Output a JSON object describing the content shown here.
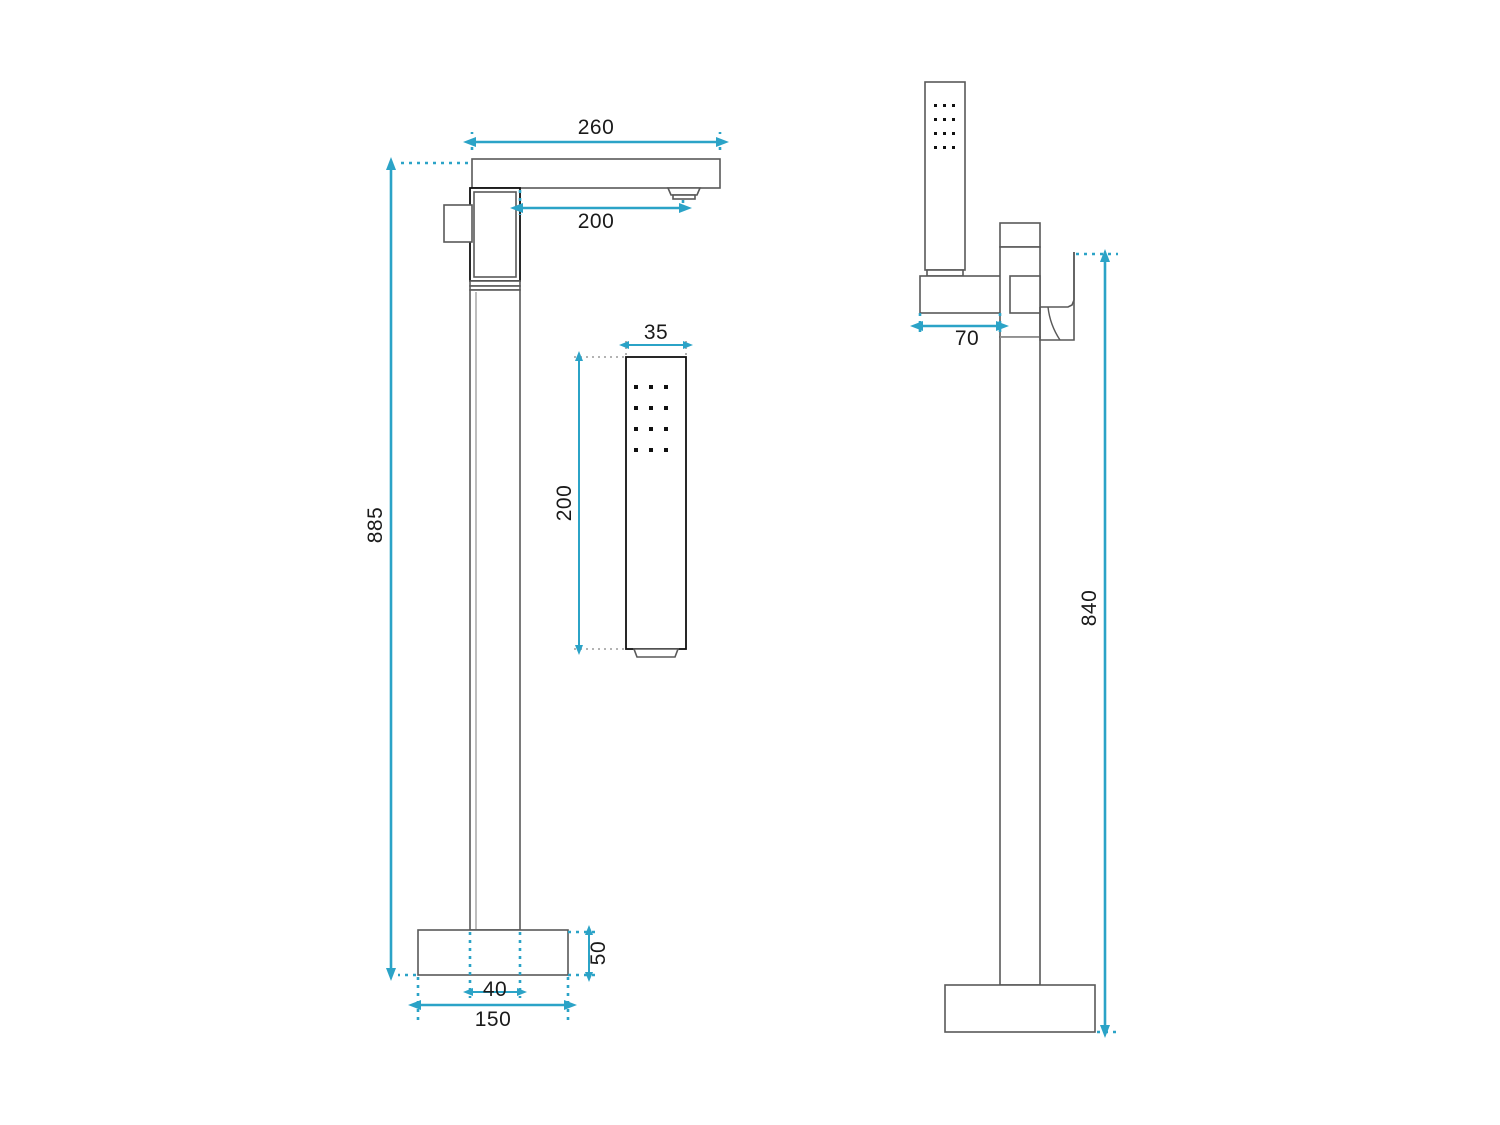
{
  "document": {
    "type": "technical-dimension-drawing",
    "subject": "Freestanding bath shower mixer tap",
    "units": "mm",
    "background_color": "#ffffff",
    "line_color": "#595959",
    "dimension_color": "#2ba3c7",
    "text_color": "#1a1a1a"
  },
  "views": {
    "front": {
      "name": "front-elevation",
      "dimensions": {
        "spout_length": "260",
        "spout_reach": "200",
        "total_height": "885",
        "base_width": "150",
        "base_height": "50",
        "column_width": "40"
      }
    },
    "handshower_detail": {
      "name": "handshower-detail",
      "dimensions": {
        "width": "35",
        "length": "200"
      },
      "nozzle_columns": 3,
      "nozzle_rows": 4
    },
    "side": {
      "name": "side-elevation",
      "dimensions": {
        "bracket_depth": "70",
        "spout_height": "840"
      },
      "nozzle_columns": 3,
      "nozzle_rows": 4
    }
  },
  "labels": {
    "d260": "260",
    "d200_reach": "200",
    "d885": "885",
    "d150": "150",
    "d50": "50",
    "d40": "40",
    "d35": "35",
    "d200_shower": "200",
    "d70": "70",
    "d840": "840"
  }
}
